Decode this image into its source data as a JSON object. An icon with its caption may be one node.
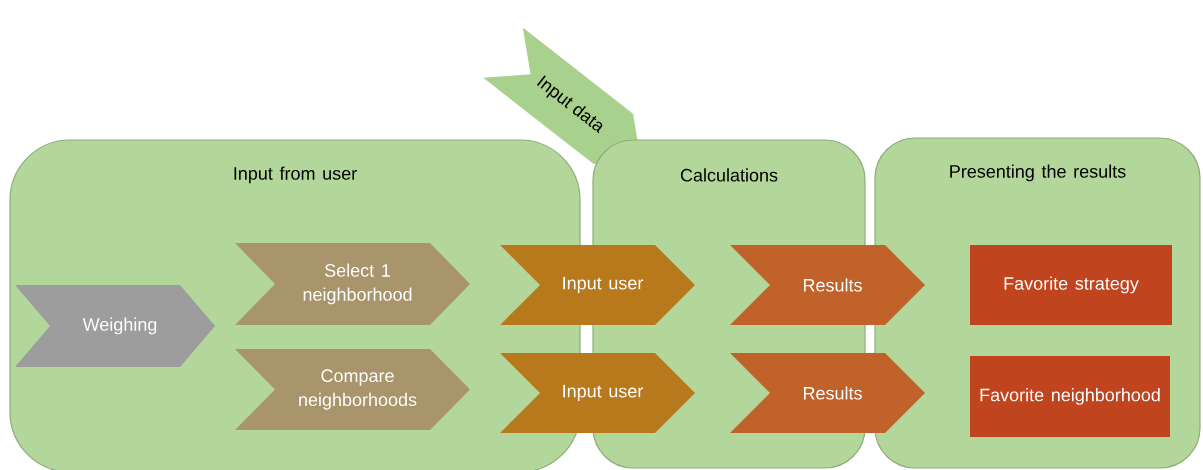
{
  "diagram": {
    "nodes": [
      {
        "text": [
          "Input from user"
        ]
      },
      {
        "text": [
          "Input data"
        ]
      },
      {
        "text": [
          "Calculations"
        ]
      },
      {
        "text": [
          "Presenting the results"
        ]
      },
      {
        "text": [
          "Weighing"
        ],
        "in": 0
      },
      {
        "text": [
          "Select 1 neighborhood"
        ],
        "in": 0
      },
      {
        "text": [
          "Compare neighborhoods"
        ],
        "in": 0
      },
      {
        "text": [
          "Input user"
        ]
      },
      {
        "text": [
          "Input user"
        ]
      },
      {
        "text": [
          "Results"
        ]
      },
      {
        "text": [
          "Results"
        ]
      },
      {
        "text": [
          "Favorite strategy"
        ],
        "in": 3
      },
      {
        "text": [
          "Favorite neighborhood"
        ],
        "in": 3
      }
    ]
  }
}
